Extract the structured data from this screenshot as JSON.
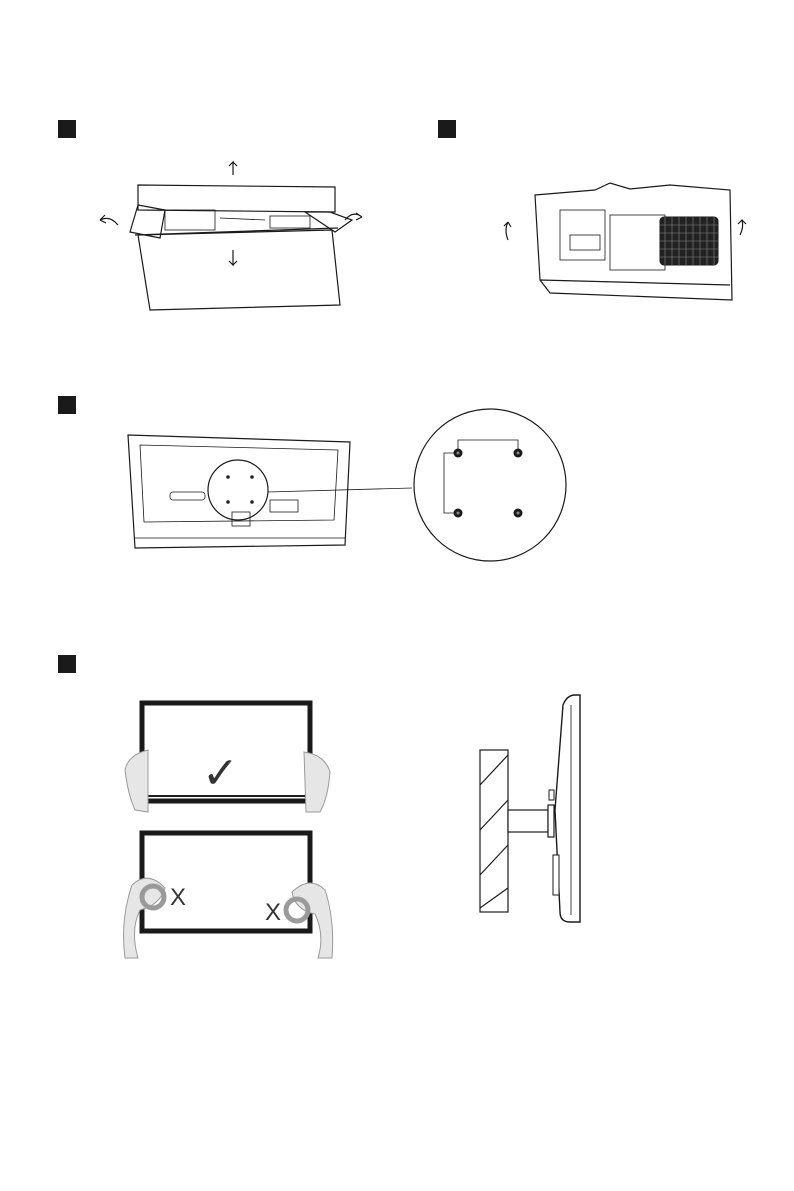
{
  "steps": [
    {
      "id": "step-1",
      "marker": "filled-square"
    },
    {
      "id": "step-2",
      "marker": "filled-square"
    },
    {
      "id": "step-3",
      "marker": "filled-square"
    },
    {
      "id": "step-4",
      "marker": "filled-square"
    }
  ],
  "illustrations": {
    "open_box": {
      "icon": "open-carton-with-flaps"
    },
    "remove_foam": {
      "icon": "foam-packaging-lift"
    },
    "vesa_back": {
      "icon": "monitor-back-vesa-mount"
    },
    "vesa_zoom": {
      "icon": "vesa-screw-holes-zoom"
    },
    "correct_hold": {
      "mark": "✓",
      "icon": "hands-holding-frame-correct"
    },
    "wrong_hold": {
      "mark_left": "X",
      "mark_right": "X",
      "icon": "hands-pressing-panel-wrong"
    },
    "wall_mount": {
      "icon": "monitor-wall-mount-side-view"
    }
  }
}
